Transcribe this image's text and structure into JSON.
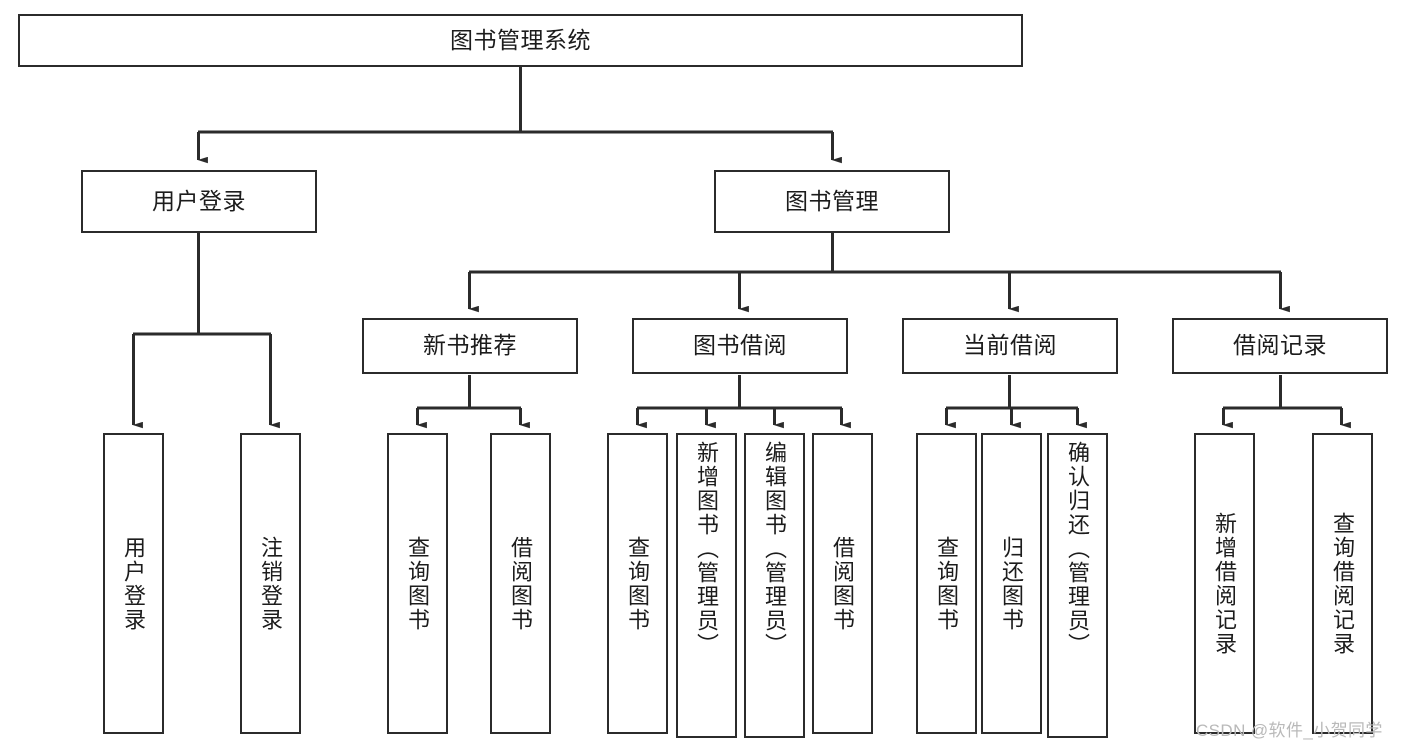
{
  "diagram": {
    "title": "图书管理系统",
    "type": "tree",
    "orientation": "top-down",
    "line_color": "#2b2b2b",
    "box_border_color": "#2b2b2b",
    "background_color": "#ffffff",
    "text_color": "#1c1c1c"
  },
  "nodes": {
    "root": {
      "id": "root",
      "label": "图书管理系统",
      "level": 0,
      "text_direction": "horizontal"
    },
    "level1": [
      {
        "id": "user-login",
        "label": "用户登录",
        "level": 1,
        "text_direction": "horizontal"
      },
      {
        "id": "book-manage",
        "label": "图书管理",
        "level": 1,
        "text_direction": "horizontal"
      }
    ],
    "level2": [
      {
        "id": "new-book-recommend",
        "label": "新书推荐",
        "level": 2,
        "text_direction": "horizontal",
        "parent": "book-manage"
      },
      {
        "id": "book-borrow",
        "label": "图书借阅",
        "level": 2,
        "text_direction": "horizontal",
        "parent": "book-manage"
      },
      {
        "id": "current-borrow",
        "label": "当前借阅",
        "level": 2,
        "text_direction": "horizontal",
        "parent": "book-manage"
      },
      {
        "id": "borrow-record",
        "label": "借阅记录",
        "level": 2,
        "text_direction": "horizontal",
        "parent": "book-manage"
      }
    ],
    "leaves": {
      "user_login_children": [
        {
          "id": "leaf-user-login",
          "label": "用户登录",
          "text_direction": "vertical",
          "align": "center"
        },
        {
          "id": "leaf-logout-login",
          "label": "注销登录",
          "text_direction": "vertical",
          "align": "center"
        }
      ],
      "new_book_recommend_children": [
        {
          "id": "leaf-query-book-1",
          "label": "查询图书",
          "text_direction": "vertical",
          "align": "center"
        },
        {
          "id": "leaf-borrow-book-1",
          "label": "借阅图书",
          "text_direction": "vertical",
          "align": "center"
        }
      ],
      "book_borrow_children": [
        {
          "id": "leaf-query-book-2",
          "label": "查询图书",
          "text_direction": "vertical",
          "align": "center"
        },
        {
          "id": "leaf-add-book-admin",
          "label": "新增图书（管理员）",
          "text_direction": "vertical",
          "align": "top"
        },
        {
          "id": "leaf-edit-book-admin",
          "label": "编辑图书（管理员）",
          "text_direction": "vertical",
          "align": "top"
        },
        {
          "id": "leaf-borrow-book-2",
          "label": "借阅图书",
          "text_direction": "vertical",
          "align": "center"
        }
      ],
      "current_borrow_children": [
        {
          "id": "leaf-query-book-3",
          "label": "查询图书",
          "text_direction": "vertical",
          "align": "center"
        },
        {
          "id": "leaf-return-book",
          "label": "归还图书",
          "text_direction": "vertical",
          "align": "center"
        },
        {
          "id": "leaf-confirm-return-admin",
          "label": "确认归还（管理员）",
          "text_direction": "vertical",
          "align": "top"
        }
      ],
      "borrow_record_children": [
        {
          "id": "leaf-add-borrow-record",
          "label": "新增借阅记录",
          "text_direction": "vertical",
          "align": "center"
        },
        {
          "id": "leaf-query-borrow-record",
          "label": "查询借阅记录",
          "text_direction": "vertical",
          "align": "center"
        }
      ]
    }
  },
  "watermark": {
    "text": "CSDN @软件_小贺同学",
    "color": "#b9b9b9"
  }
}
